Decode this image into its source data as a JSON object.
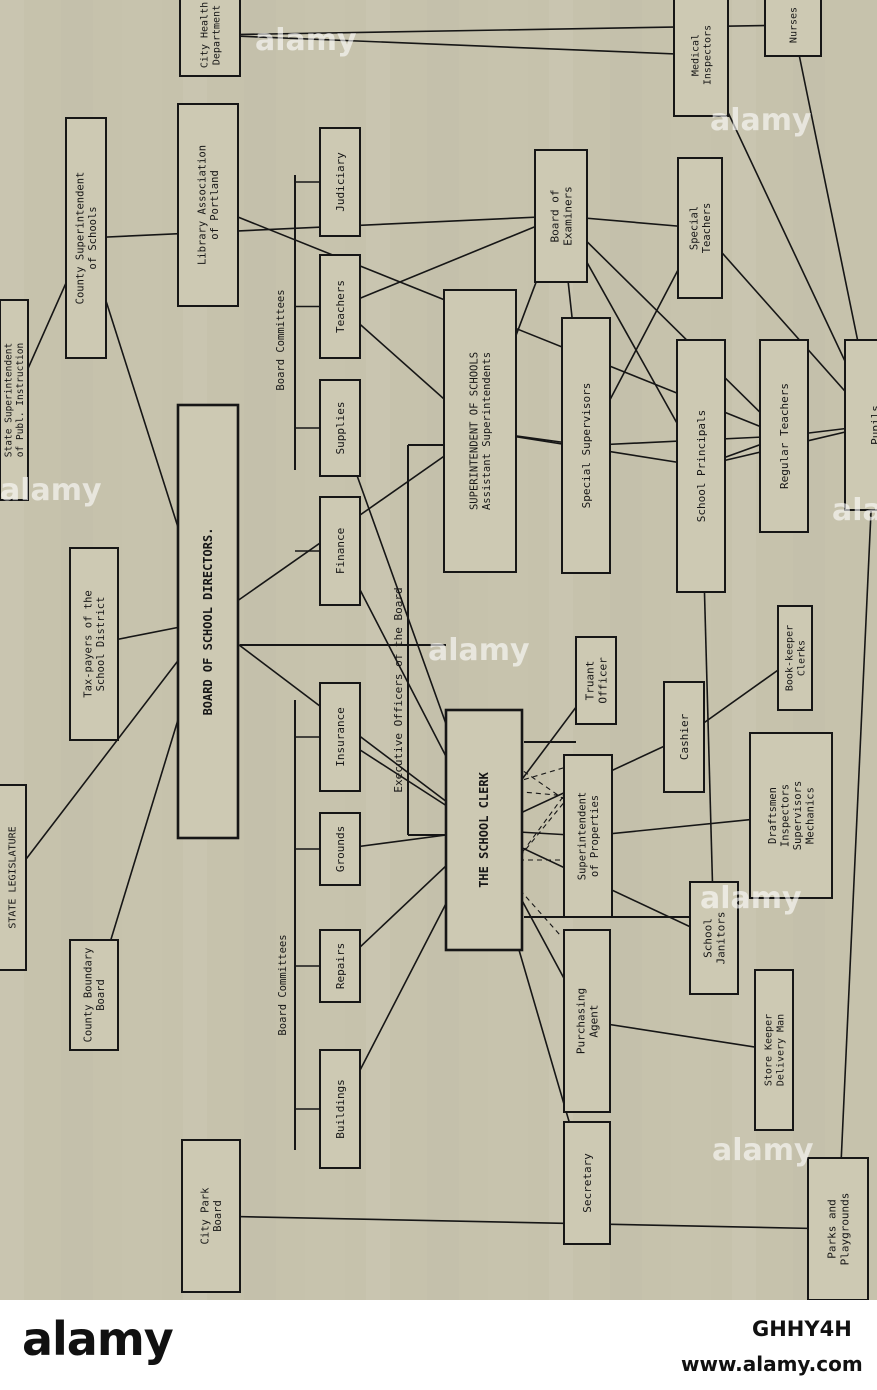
{
  "nodes": [
    {
      "id": "state-legislature",
      "lines": [
        "STATE LEGISLATURE"
      ]
    },
    {
      "id": "county-boundary-board",
      "lines": [
        "County Boundary",
        "Board"
      ]
    },
    {
      "id": "taxpayers",
      "lines": [
        "Tax-payers of the",
        "School District"
      ]
    },
    {
      "id": "state-superintendent",
      "lines": [
        "State Superintendent",
        "of Publ. Instruction"
      ]
    },
    {
      "id": "county-superintendent",
      "lines": [
        "County Superintendent",
        "of Schools"
      ]
    },
    {
      "id": "library-association",
      "lines": [
        "Library Association",
        "of Portland"
      ]
    },
    {
      "id": "city-health-department",
      "lines": [
        "City Health",
        "Department"
      ]
    },
    {
      "id": "city-park-board",
      "lines": [
        "City Park",
        "Board"
      ]
    },
    {
      "id": "board-of-directors",
      "lines": [
        "BOARD OF SCHOOL DIRECTORS."
      ]
    },
    {
      "id": "buildings",
      "lines": [
        "Buildings"
      ]
    },
    {
      "id": "repairs",
      "lines": [
        "Repairs"
      ]
    },
    {
      "id": "grounds",
      "lines": [
        "Grounds"
      ]
    },
    {
      "id": "insurance",
      "lines": [
        "Insurance"
      ]
    },
    {
      "id": "finance",
      "lines": [
        "Finance"
      ]
    },
    {
      "id": "supplies",
      "lines": [
        "Supplies"
      ]
    },
    {
      "id": "teachers-committee",
      "lines": [
        "Teachers"
      ]
    },
    {
      "id": "judiciary",
      "lines": [
        "Judiciary"
      ]
    },
    {
      "id": "school-clerk",
      "lines": [
        "THE SCHOOL CLERK"
      ]
    },
    {
      "id": "superintendent-of-schools",
      "lines": [
        "SUPERINTENDENT OF SCHOOLS",
        "Assistant Superintendents"
      ]
    },
    {
      "id": "board-of-examiners",
      "lines": [
        "Board of",
        "Examiners"
      ]
    },
    {
      "id": "special-supervisors",
      "lines": [
        "Special Supervisors"
      ]
    },
    {
      "id": "school-principals",
      "lines": [
        "School Principals"
      ]
    },
    {
      "id": "truant-officer",
      "lines": [
        "Truant",
        "Officer"
      ]
    },
    {
      "id": "superintendent-of-properties",
      "lines": [
        "Superintendent",
        "of Properties"
      ]
    },
    {
      "id": "cashier",
      "lines": [
        "Cashier"
      ]
    },
    {
      "id": "bookkeeper",
      "lines": [
        "Book-keeper",
        "Clerks"
      ]
    },
    {
      "id": "draftsmen",
      "lines": [
        "Draftsmen",
        "Inspectors",
        "Supervisors",
        "Mechanics"
      ]
    },
    {
      "id": "purchasing-agent",
      "lines": [
        "Purchasing",
        "Agent"
      ]
    },
    {
      "id": "school-janitors",
      "lines": [
        "School",
        "Janitors"
      ]
    },
    {
      "id": "store-keeper",
      "lines": [
        "Store Keeper",
        "Delivery Man"
      ]
    },
    {
      "id": "secretary",
      "lines": [
        "Secretary"
      ]
    },
    {
      "id": "special-teachers",
      "lines": [
        "Special",
        "Teachers"
      ]
    },
    {
      "id": "regular-teachers",
      "lines": [
        "Regular Teachers"
      ]
    },
    {
      "id": "medical-inspectors",
      "lines": [
        "Medical",
        "Inspectors"
      ]
    },
    {
      "id": "nurses",
      "lines": [
        "Nurses"
      ]
    },
    {
      "id": "pupils",
      "lines": [
        "Pupils"
      ]
    },
    {
      "id": "parks-playgrounds",
      "lines": [
        "Parks and",
        "Playgrounds"
      ]
    }
  ],
  "labels": [
    {
      "id": "board-committees-top",
      "text": "Board Committees"
    },
    {
      "id": "board-committees-bottom",
      "text": "Board Committees"
    },
    {
      "id": "executive-officers",
      "text": "Executive Officers of the Board"
    }
  ],
  "edges": [
    [
      "state-legislature",
      "board-of-directors"
    ],
    [
      "county-boundary-board",
      "board-of-directors"
    ],
    [
      "taxpayers",
      "board-of-directors"
    ],
    [
      "county-superintendent",
      "board-of-directors"
    ],
    [
      "state-superintendent",
      "county-superintendent"
    ],
    [
      "county-superintendent",
      "board-of-examiners"
    ],
    [
      "board-of-directors",
      "school-clerk"
    ],
    [
      "board-of-directors",
      "superintendent-of-schools"
    ],
    [
      "library-association",
      "regular-teachers"
    ],
    [
      "city-health-department",
      "medical-inspectors"
    ],
    [
      "city-health-department",
      "nurses"
    ],
    [
      "city-park-board",
      "parks-playgrounds"
    ],
    [
      "buildings",
      "school-clerk"
    ],
    [
      "repairs",
      "school-clerk"
    ],
    [
      "grounds",
      "school-clerk"
    ],
    [
      "insurance",
      "school-clerk"
    ],
    [
      "finance",
      "school-clerk"
    ],
    [
      "supplies",
      "school-clerk"
    ],
    [
      "teachers-committee",
      "superintendent-of-schools"
    ],
    [
      "teachers-committee",
      "board-of-examiners"
    ],
    [
      "superintendent-of-schools",
      "board-of-examiners"
    ],
    [
      "superintendent-of-schools",
      "special-supervisors"
    ],
    [
      "superintendent-of-schools",
      "school-principals"
    ],
    [
      "board-of-examiners",
      "special-supervisors"
    ],
    [
      "board-of-examiners",
      "special-teachers"
    ],
    [
      "board-of-examiners",
      "regular-teachers"
    ],
    [
      "board-of-examiners",
      "school-principals"
    ],
    [
      "special-supervisors",
      "regular-teachers"
    ],
    [
      "special-supervisors",
      "special-teachers"
    ],
    [
      "school-principals",
      "regular-teachers"
    ],
    [
      "school-principals",
      "school-janitors"
    ],
    [
      "school-principals",
      "pupils"
    ],
    [
      "special-teachers",
      "pupils"
    ],
    [
      "regular-teachers",
      "pupils"
    ],
    [
      "medical-inspectors",
      "pupils"
    ],
    [
      "nurses",
      "pupils"
    ],
    [
      "pupils",
      "parks-playgrounds"
    ],
    [
      "school-clerk",
      "truant-officer"
    ],
    [
      "school-clerk",
      "cashier"
    ],
    [
      "school-clerk",
      "superintendent-of-properties"
    ],
    [
      "school-clerk",
      "purchasing-agent"
    ],
    [
      "school-clerk",
      "school-janitors"
    ],
    [
      "school-clerk",
      "secretary"
    ],
    [
      "cashier",
      "bookkeeper"
    ],
    [
      "superintendent-of-properties",
      "draftsmen"
    ],
    [
      "purchasing-agent",
      "store-keeper"
    ]
  ],
  "watermark": {
    "brand": "alamy",
    "image_id": "GHHY4H",
    "site": "www.alamy.com"
  }
}
